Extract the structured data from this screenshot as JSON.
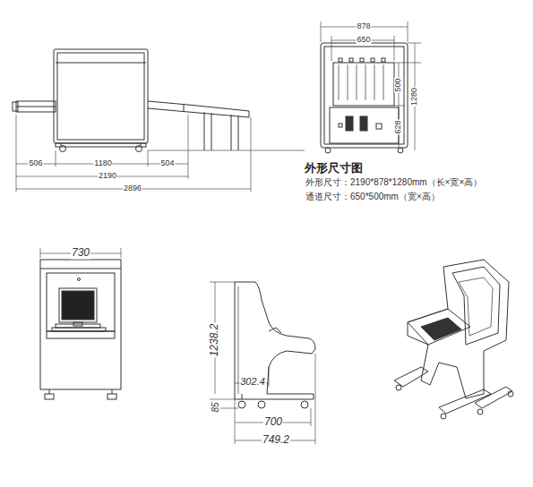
{
  "diagram": {
    "title": "外形尺寸图",
    "labels": [
      "506",
      "1180",
      "504",
      "2190",
      "2896",
      "878",
      "650",
      "500",
      "1280",
      "628",
      "外形尺寸：2190*878*1280mm（长×宽×高）",
      "通道尺寸：650*500mm（宽×高）",
      "730",
      "1238.2",
      "302.4",
      "85",
      "700",
      "749.2"
    ]
  }
}
